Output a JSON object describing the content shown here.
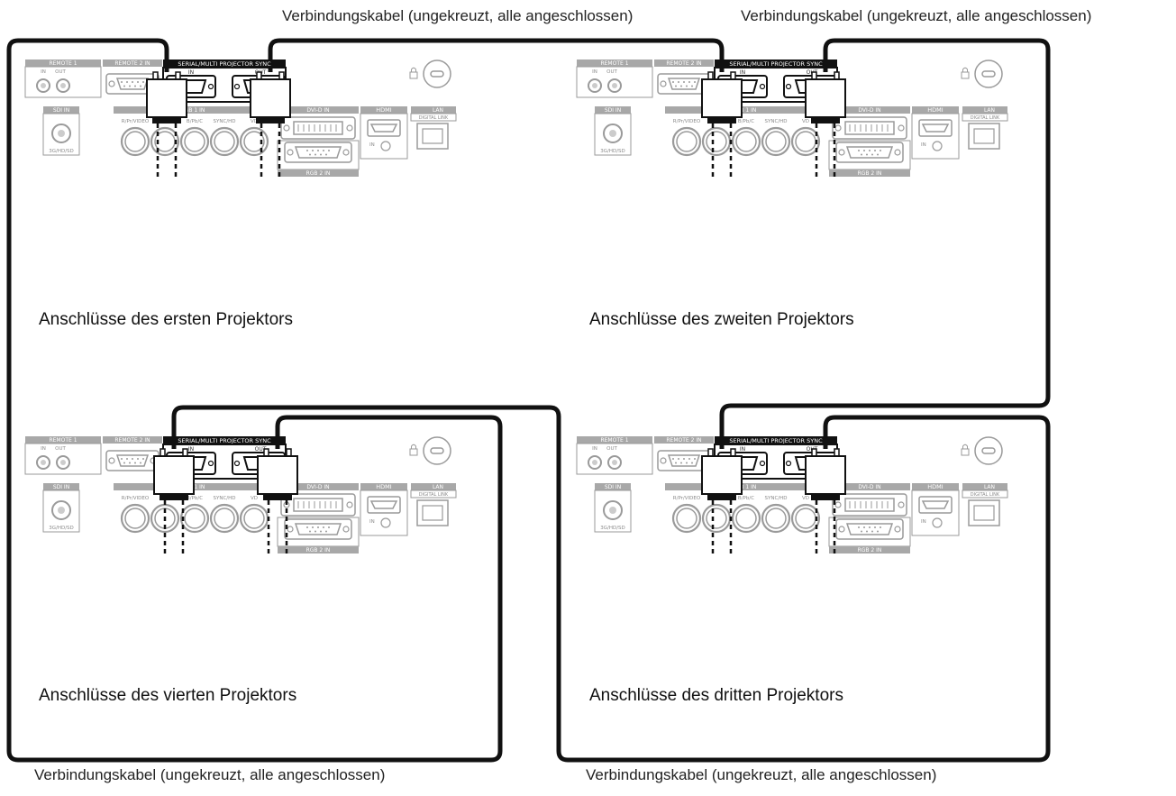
{
  "cable_captions": {
    "top_left": "Verbindungskabel (ungekreuzt, alle angeschlossen)",
    "top_right": "Verbindungskabel (ungekreuzt, alle angeschlossen)",
    "bottom_left": "Verbindungskabel (ungekreuzt, alle angeschlossen)",
    "bottom_right": "Verbindungskabel (ungekreuzt, alle angeschlossen)"
  },
  "projectors": [
    {
      "id": "p1",
      "label": "Anschlüsse des ersten Projektors"
    },
    {
      "id": "p2",
      "label": "Anschlüsse des zweiten Projektors"
    },
    {
      "id": "p3",
      "label": "Anschlüsse des dritten Projektors"
    },
    {
      "id": "p4",
      "label": "Anschlüsse des vierten Projektors"
    }
  ],
  "panel_labels": {
    "remote1": "REMOTE 1",
    "remote1_in": "IN",
    "remote1_out": "OUT",
    "remote2": "REMOTE 2 IN",
    "serial": "SERIAL/MULTI PROJECTOR SYNC",
    "serial_in": "IN",
    "serial_out": "OUT",
    "sdi": "SDI IN",
    "sdi_sub": "3G/HD/SD",
    "rgb1": "RGB 1 IN",
    "rgb1_ports": [
      "R/Pr/VIDEO",
      "G/Y",
      "B/Pb/C",
      "SYNC/HD",
      "VD"
    ],
    "dvi": "DVI-D IN",
    "hdmi": "HDMI",
    "hdmi_in": "IN",
    "lan": "LAN",
    "digital_link": "DIGITAL LINK",
    "rgb2": "RGB 2 IN"
  },
  "colors": {
    "cable": "#111111",
    "panel_line": "#9a9a9a",
    "panel_text": "#8a8a8a",
    "label_bg": "#a8a8a8",
    "serial_bg": "#111111"
  }
}
